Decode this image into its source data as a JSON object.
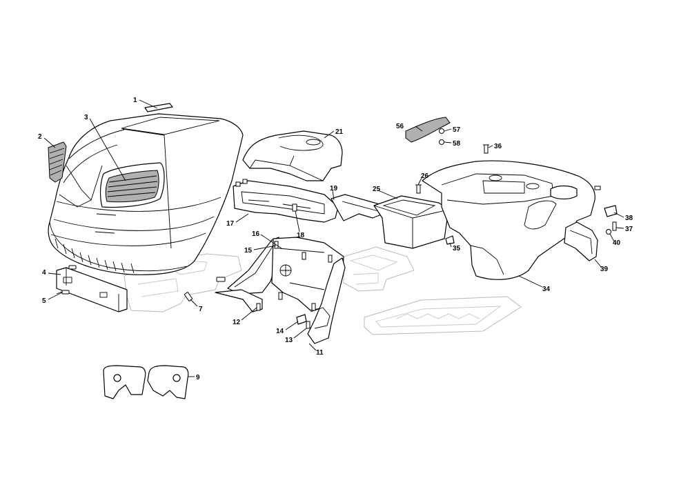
{
  "callouts": [
    {
      "id": "p1",
      "label": "1"
    },
    {
      "id": "p2",
      "label": "2"
    },
    {
      "id": "p3",
      "label": "3"
    },
    {
      "id": "p4",
      "label": "4"
    },
    {
      "id": "p5",
      "label": "5"
    },
    {
      "id": "p7",
      "label": "7"
    },
    {
      "id": "p9",
      "label": "9"
    },
    {
      "id": "p11",
      "label": "11"
    },
    {
      "id": "p12",
      "label": "12"
    },
    {
      "id": "p13",
      "label": "13"
    },
    {
      "id": "p14",
      "label": "14"
    },
    {
      "id": "p15",
      "label": "15"
    },
    {
      "id": "p16",
      "label": "16"
    },
    {
      "id": "p17",
      "label": "17"
    },
    {
      "id": "p18",
      "label": "18"
    },
    {
      "id": "p19",
      "label": "19"
    },
    {
      "id": "p21",
      "label": "21"
    },
    {
      "id": "p25",
      "label": "25"
    },
    {
      "id": "p26",
      "label": "26"
    },
    {
      "id": "p34",
      "label": "34"
    },
    {
      "id": "p35",
      "label": "35"
    },
    {
      "id": "p36",
      "label": "36"
    },
    {
      "id": "p37",
      "label": "37"
    },
    {
      "id": "p38",
      "label": "38"
    },
    {
      "id": "p39",
      "label": "39"
    },
    {
      "id": "p40",
      "label": "40"
    },
    {
      "id": "p56",
      "label": "56"
    },
    {
      "id": "p57",
      "label": "57"
    },
    {
      "id": "p58",
      "label": "58"
    }
  ],
  "colors": {
    "outline": "#000000",
    "ghost_outline": "#b8b8b8",
    "grille_fill": "#b0b0b0",
    "background": "#ffffff"
  }
}
